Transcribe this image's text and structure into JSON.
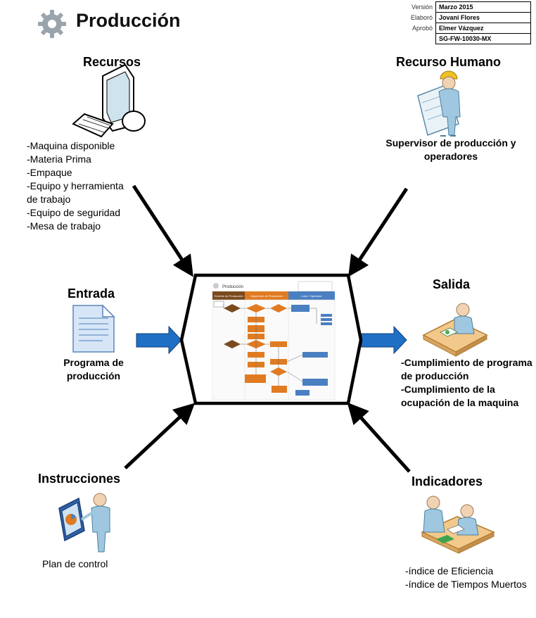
{
  "header": {
    "title": "Producción",
    "meta": [
      {
        "label": "Versión",
        "value": "Marzo 2015"
      },
      {
        "label": "Elaboró",
        "value": "Jovani Flores"
      },
      {
        "label": "Aprobó",
        "value": "Elmer Vázquez"
      },
      {
        "label": "",
        "value": "SG-FW-10030-MX"
      }
    ]
  },
  "recursos": {
    "title": "Recursos",
    "items": [
      "-Maquina disponible",
      "-Materia Prima",
      "-Empaque",
      "-Equipo y herramienta",
      "de trabajo",
      "-Equipo de seguridad",
      "-Mesa de trabajo"
    ]
  },
  "recurso_humano": {
    "title": "Recurso Humano",
    "lines": [
      "Supervisor de producción y",
      "operadores"
    ]
  },
  "entrada": {
    "title": "Entrada",
    "lines": [
      "Programa de",
      "producción"
    ]
  },
  "salida": {
    "title": "Salida",
    "lines": [
      "-Cumplimiento de programa",
      "de producción",
      "-Cumplimiento de la",
      "ocupación de la maquina"
    ]
  },
  "instrucciones": {
    "title": "Instrucciones",
    "text": "Plan de control"
  },
  "indicadores": {
    "title": "Indicadores",
    "items": [
      "-índice de Eficiencia",
      "-índice de Tiempos Muertos"
    ]
  },
  "center_thumbnail": {
    "title": "Producción",
    "lanes": [
      "Gerente de Producción",
      "Supervisor de Producción",
      "Líder / Operador"
    ]
  },
  "colors": {
    "arrow_blue": "#1f6fc4",
    "lane_brown": "#7a4a1e",
    "lane_orange": "#e07b22",
    "lane_blue": "#4a7fc1"
  }
}
